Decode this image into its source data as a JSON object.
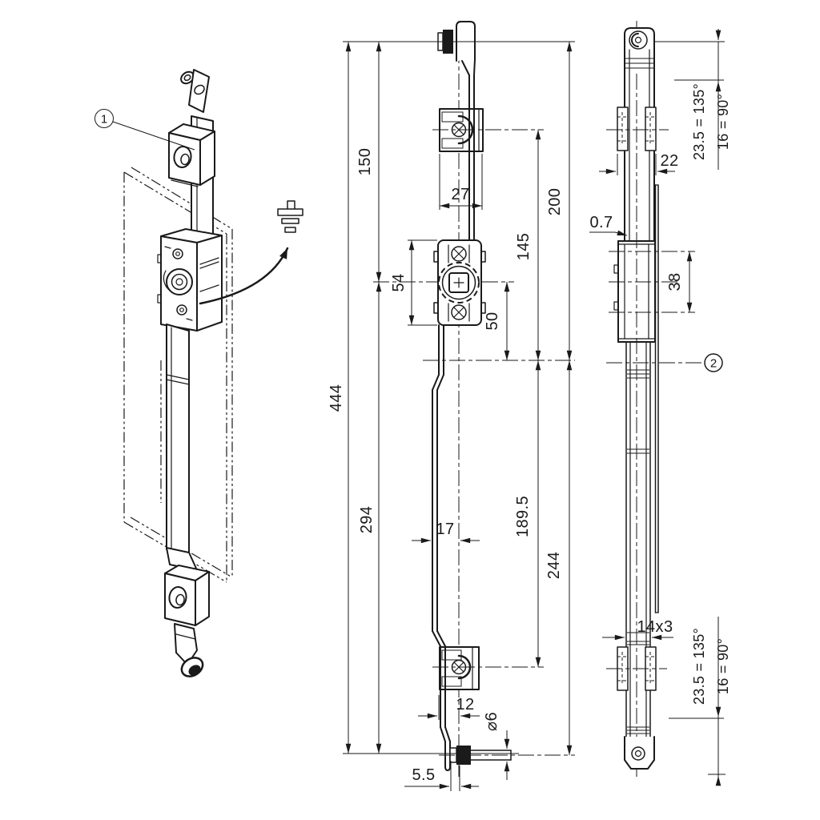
{
  "drawing_title": "rod-lock-technical-drawing",
  "callouts": {
    "c1": "1",
    "c2": "2"
  },
  "front": {
    "total": "444",
    "upper": "150",
    "lower": "294",
    "bracket_w": "27",
    "case_h": "54",
    "d50": "50",
    "d145": "145",
    "d200": "200",
    "rod_off": "17",
    "d189": "189.5",
    "d244": "244",
    "d12": "12",
    "pin_dia": "⌀6",
    "d55": "5.5"
  },
  "side": {
    "d22": "22",
    "d07": "0.7",
    "d38": "38",
    "section": "14x3",
    "stroke135": "23.5 = 135°",
    "stroke90": "16 = 90°"
  },
  "colors": {
    "line": "#1a1a1a",
    "background": "#ffffff"
  }
}
